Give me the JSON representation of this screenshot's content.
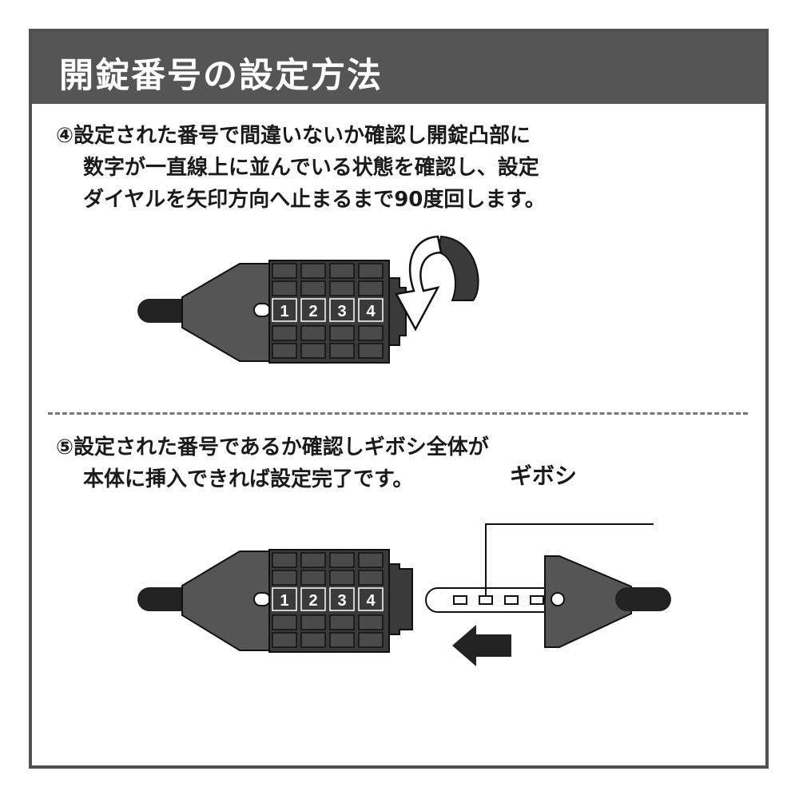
{
  "header": {
    "title": "開錠番号の設定方法"
  },
  "step4": {
    "lines": [
      "④設定された番号で間違いないか確認し開錠凸部に",
      "数字が一直線上に並んでいる状態を確認し、設定",
      "ダイヤルを矢印方向へ止まるまで90度回します。"
    ]
  },
  "step5": {
    "lines": [
      "⑤設定された番号であるか確認しギボシ全体が",
      "本体に挿入できれば設定完了です。"
    ]
  },
  "dial_digits": [
    "1",
    "2",
    "3",
    "4"
  ],
  "gibo_label": "ギボシ",
  "colors": {
    "header_bg": "#555555",
    "dial": "#3a3a3a",
    "body": "#555555",
    "cell": "#4a4a4a"
  }
}
